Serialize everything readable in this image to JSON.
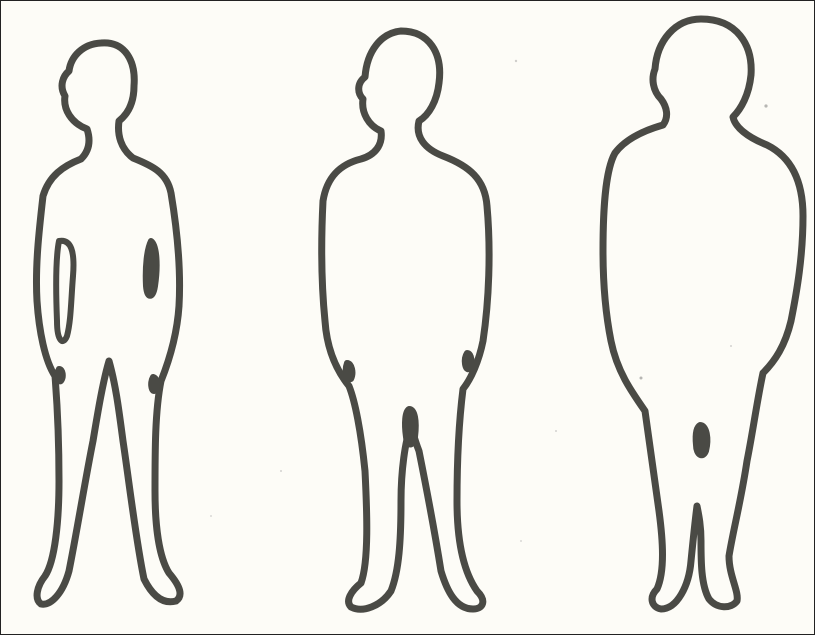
{
  "figures": [
    {
      "id": "thin",
      "icon": "thin-body-silhouette-icon"
    },
    {
      "id": "average",
      "icon": "average-body-silhouette-icon"
    },
    {
      "id": "obese",
      "icon": "obese-body-silhouette-icon"
    }
  ],
  "colors": {
    "outline": "#4a4a45",
    "paper": "#fdfcf7",
    "border": "#222222"
  }
}
